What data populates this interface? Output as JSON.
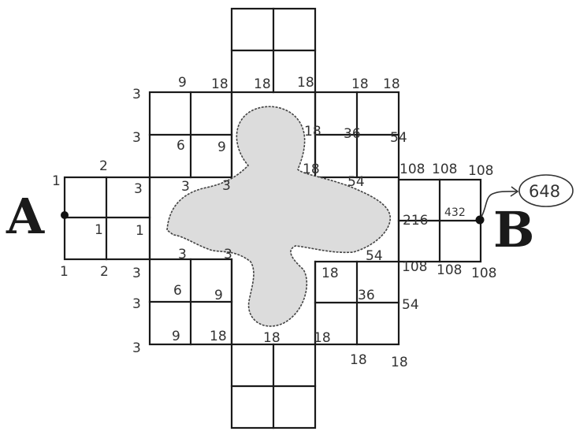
{
  "points": {
    "start": "A",
    "end": "B"
  },
  "answer": "648",
  "numbers": {
    "left_top_row": [
      "3",
      "9",
      "18",
      "18",
      "18",
      "18",
      "18"
    ],
    "upper_left_block": [
      "3",
      "6",
      "9",
      "3",
      "3"
    ],
    "upper_right_block": [
      "18",
      "36",
      "54",
      "18",
      "54"
    ],
    "left_arm": [
      "1",
      "2",
      "3",
      "1",
      "1",
      "1",
      "2",
      "3"
    ],
    "right_arm": [
      "108",
      "108",
      "108",
      "216",
      "432",
      "108",
      "108",
      "108"
    ],
    "mid_right": [
      "54"
    ],
    "lower_left_block": [
      "3",
      "3",
      "6",
      "9",
      "3",
      "9",
      "18",
      "3"
    ],
    "lower_right_block": [
      "18",
      "36",
      "54",
      "18",
      "18",
      "18"
    ]
  }
}
